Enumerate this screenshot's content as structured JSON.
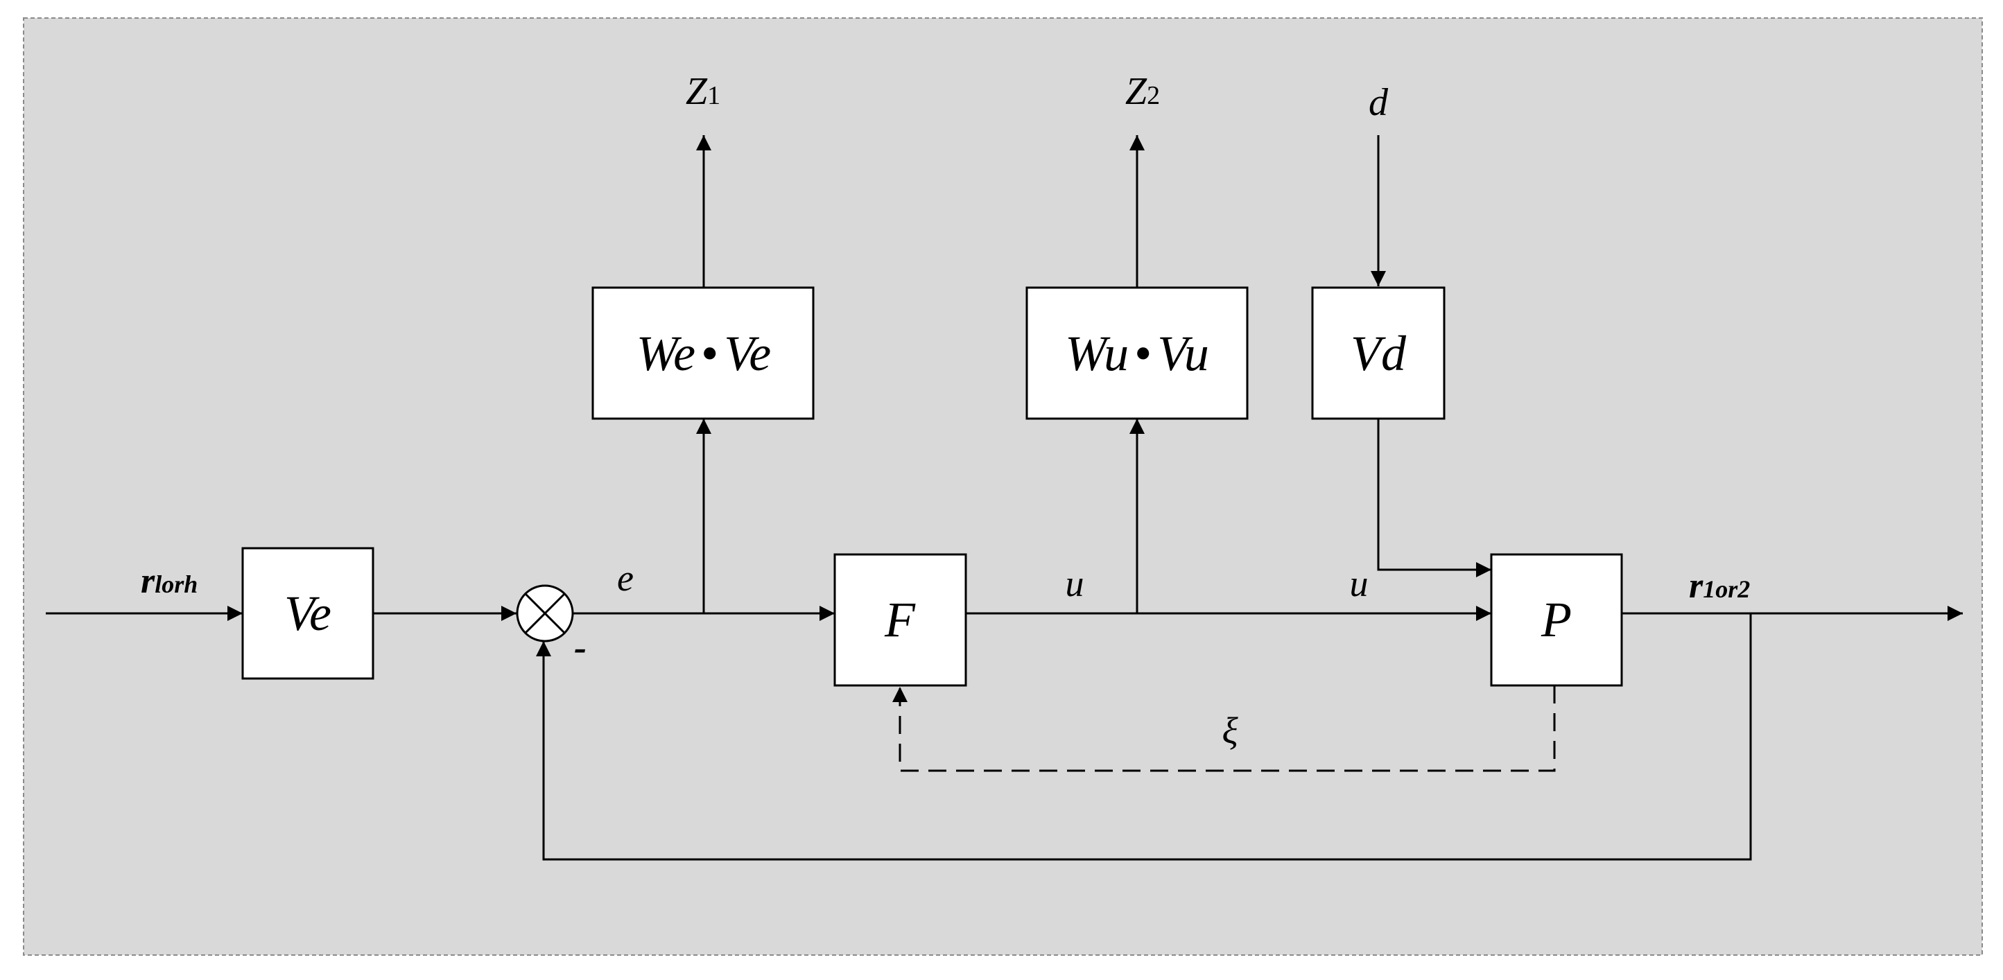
{
  "colors": {
    "panel": "#d9d9d9",
    "border": "#8a8a8a",
    "stroke": "#000000",
    "box_fill": "#ffffff"
  },
  "blocks": {
    "ve": "Ve",
    "we_ve": {
      "left": "We",
      "dot": "•",
      "right": "Ve"
    },
    "wu_vu": {
      "left": "Wu",
      "dot": "•",
      "right": "Vu"
    },
    "vd": "Vd",
    "f": "F",
    "p": "P"
  },
  "signals": {
    "input": {
      "main": "r",
      "sub": "lorh"
    },
    "output": {
      "main": "r",
      "sub": "1or2"
    },
    "error": "e",
    "control_1": "u",
    "control_2": "u",
    "disturbance": "d",
    "z1": {
      "main": "Z",
      "sub": "1"
    },
    "z2": {
      "main": "Z",
      "sub": "2"
    },
    "xi": "ξ",
    "minus": "-"
  },
  "icons": {
    "summing_junction": "circle-x-icon"
  }
}
